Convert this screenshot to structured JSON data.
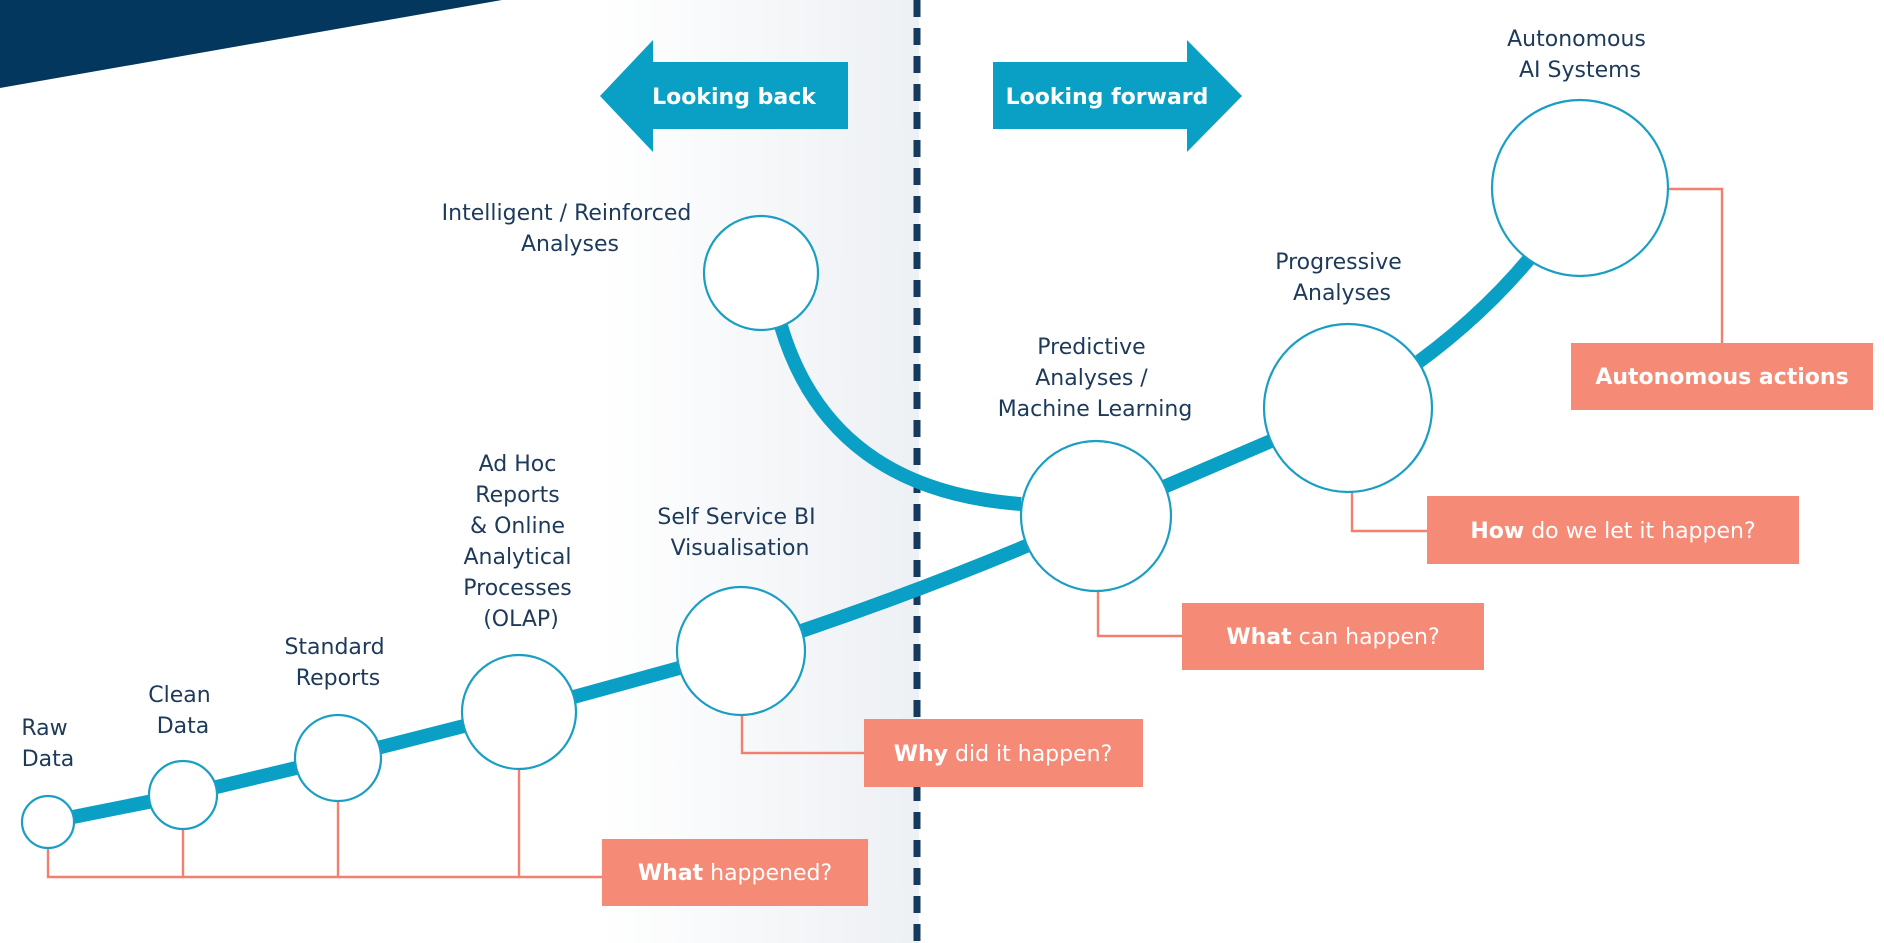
{
  "colors": {
    "banner": "#03375e",
    "path": "#0aa0c5",
    "node_stroke": "#1a9ec3",
    "connector": "#f3806e",
    "question_box": "#f58a76",
    "label_text": "#1d3a5a",
    "divider": "#143a5e",
    "panel": "#edf0f4"
  },
  "arrows": {
    "back": {
      "label": "Looking back",
      "direction": "left"
    },
    "forward": {
      "label": "Looking forward",
      "direction": "right"
    }
  },
  "stages": [
    {
      "id": "raw-data",
      "lines": [
        "Raw",
        "Data"
      ]
    },
    {
      "id": "clean-data",
      "lines": [
        "Clean",
        "Data"
      ]
    },
    {
      "id": "standard-reports",
      "lines": [
        "Standard",
        "Reports"
      ]
    },
    {
      "id": "ad-hoc",
      "lines": [
        "Ad Hoc",
        "Reports",
        "& Online",
        "Analytical",
        "Processes",
        "(OLAP)"
      ]
    },
    {
      "id": "self-service-bi",
      "lines": [
        "Self Service BI",
        "Visualisation"
      ]
    },
    {
      "id": "intelligent",
      "lines": [
        "Intelligent / Reinforced",
        "Analyses"
      ]
    },
    {
      "id": "predictive",
      "lines": [
        "Predictive",
        "Analyses /",
        "Machine Learning"
      ]
    },
    {
      "id": "progressive",
      "lines": [
        "Progressive",
        "Analyses"
      ]
    },
    {
      "id": "autonomous-ai",
      "lines": [
        "Autonomous",
        "AI Systems"
      ]
    }
  ],
  "questions": [
    {
      "id": "what-happened",
      "bold": "What",
      "rest": " happened?"
    },
    {
      "id": "why-did-it-happen",
      "bold": "Why",
      "rest": " did it happen?"
    },
    {
      "id": "what-can-happen",
      "bold": "What",
      "rest": " can happen?"
    },
    {
      "id": "how-do-we-let-it-happen",
      "bold": "How",
      "rest": " do we let it happen?"
    },
    {
      "id": "autonomous-actions",
      "bold": "Autonomous actions",
      "rest": ""
    }
  ]
}
